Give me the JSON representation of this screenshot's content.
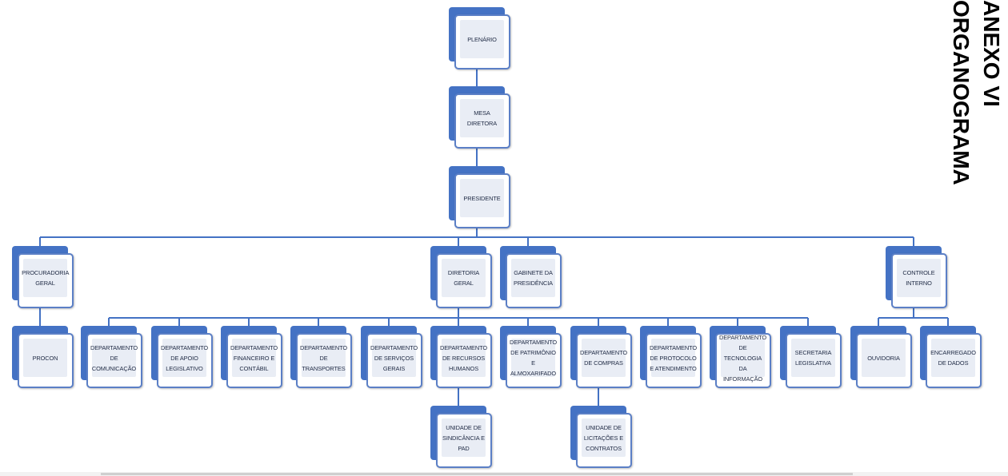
{
  "title_lines": [
    "ANEXO VI",
    "ORGANOGRAMA"
  ],
  "nodes": {
    "plenario": "PLENÁRIO",
    "mesa_diretora": "MESA DIRETORA",
    "presidente": "PRESIDENTE",
    "procuradoria_geral": "PROCURADORIA GERAL",
    "diretoria_geral": "DIRETORIA GERAL",
    "gabinete_presidencia": "GABINETE DA PRESIDÊNCIA",
    "controle_interno": "CONTROLE INTERNO",
    "procon": "PROCON",
    "dep_comunicacao": "DEPARTAMENTO DE COMUNICAÇÃO",
    "dep_apoio_legislativo": "DEPARTAMENTO DE APOIO LEGISLATIVO",
    "dep_financeiro": "DEPARTAMENTO FINANCEIRO E CONTÁBIL",
    "dep_transportes": "DEPARTAMENTO DE TRANSPORTES",
    "dep_servicos_gerais": "DEPARTAMENTO DE SERVIÇOS GERAIS",
    "dep_recursos_humanos": "DEPARTAMENTO DE RECURSOS HUMANOS",
    "dep_patrimonio": "DEPARTAMENTO DE PATRIMÔNIO E ALMOXARIFADO",
    "dep_compras": "DEPARTAMENTO DE COMPRAS",
    "dep_protocolo": "DEPARTAMENTO DE PROTOCOLO E ATENDIMENTO",
    "dep_tecnologia": "DEPARTAMENTO DE TECNOLOGIA DA INFORMAÇÃO",
    "secretaria_legislativa": "SECRETARIA LEGISLATIVA",
    "ouvidoria": "OUVIDORIA",
    "encarregado_dados": "ENCARREGADO DE DADOS",
    "unidade_sindicancia": "UNIDADE DE SINDICÂNCIA E PAD",
    "unidade_licitacoes": "UNIDADE DE LICITAÇÕES E CONTRATOS"
  },
  "colors": {
    "tab": "#4472c4",
    "connector": "#4472c4",
    "card_fill": "#e9edf5"
  }
}
